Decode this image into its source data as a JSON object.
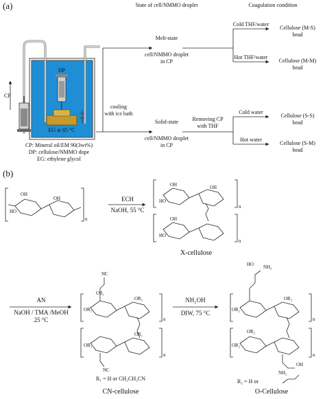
{
  "panel_a": {
    "label": "(a)",
    "header_state": "State of cell/NMMO droplet",
    "header_coag": "Coagulation condition",
    "apparatus": {
      "dp": "DP",
      "cp": "CP",
      "eg_label": "EG at 85 °C"
    },
    "legend": [
      "CP: Mineral oil/EM 90(3wt%)",
      "DP: cellulose/NMMO dope",
      "EG: ethylene glycol"
    ],
    "cooling": [
      "cooling",
      "with ice bath"
    ],
    "melt_state": [
      "Melt-state",
      "cell/NMMO droplet",
      "in CP"
    ],
    "solid_state": [
      "Solid-state",
      "cell/NMMO droplet",
      "in CP"
    ],
    "removing": [
      "Removing CP",
      "with THF"
    ],
    "cold_thf": "Cold THF/water",
    "hot_thf": "Hot THF/water",
    "cold_water": "Cold water",
    "hot_water": "Hot water",
    "bead_ms": [
      "Cellulose (M-S)",
      "bead"
    ],
    "bead_mm": [
      "Cellulose (M-M)",
      "bead"
    ],
    "bead_ss": [
      "Cellulose (S-S)",
      "bead"
    ],
    "bead_sm": [
      "Cellulose (S-M)",
      "bead"
    ]
  },
  "panel_b": {
    "label": "(b)",
    "ech": "ECH",
    "ech_cond": "NaOH, 55 °C",
    "x_cellulose": "X-cellulose",
    "an": "AN",
    "an_cond": [
      "NaOH / TMA /MeOH",
      "25 °C"
    ],
    "nh2oh": "NH₂OH",
    "nh2oh_cond": "DIW, 75 °C",
    "r1_def": "R₁ = H or CH₂CH₂CN",
    "r2_def": "R₂ = H or",
    "cn_cellulose": "CN-cellulose",
    "o_cellulose": "O-Cellulose",
    "n_sub": "n",
    "oh": "OH",
    "nc": "NC",
    "nh2": "NH₂",
    "ho": "HO",
    "or1": "OR₁",
    "or2": "OR₂"
  },
  "colors": {
    "bath": "#1e8fd6",
    "bath_dark": "#106fae",
    "dope": "#c59a2e",
    "frame": "#444444"
  }
}
